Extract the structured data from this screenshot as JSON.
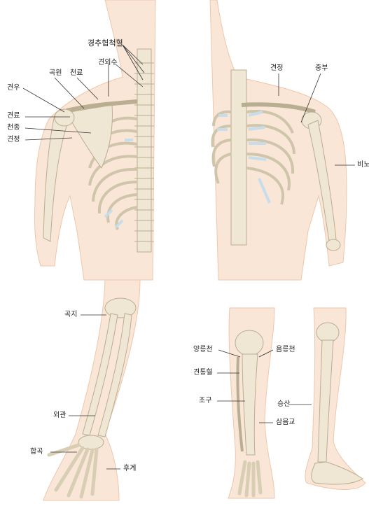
{
  "colors": {
    "skin": "#f9e6d6",
    "skin_edge": "#eec7ad",
    "bone": "#efe7d3",
    "bone_edge": "#b9ae92",
    "cartilage": "#c7ddec",
    "leader": "#333333"
  },
  "labels": {
    "gyeongchu_hyeopcheok": "경추협척혈",
    "gyeonoesu": "견외수",
    "gogwon": "곡원",
    "cheonryo": "천료",
    "gyeonu": "견우",
    "gyeonryo": "견료",
    "cheonjong": "천종",
    "gyeonjeong_back": "견정",
    "gyeonjeong_front": "견정",
    "jungbu": "중부",
    "binoe": "비노",
    "gokji": "곡지",
    "oegwan": "외관",
    "hapgok": "합곡",
    "hugye": "후계",
    "yangneungcheon": "양릉천",
    "eumneungcheon": "음릉천",
    "gyeontonghyeol": "견통혈",
    "jogu": "조구",
    "seungsan": "승산",
    "sameumgyo": "삼음교"
  }
}
